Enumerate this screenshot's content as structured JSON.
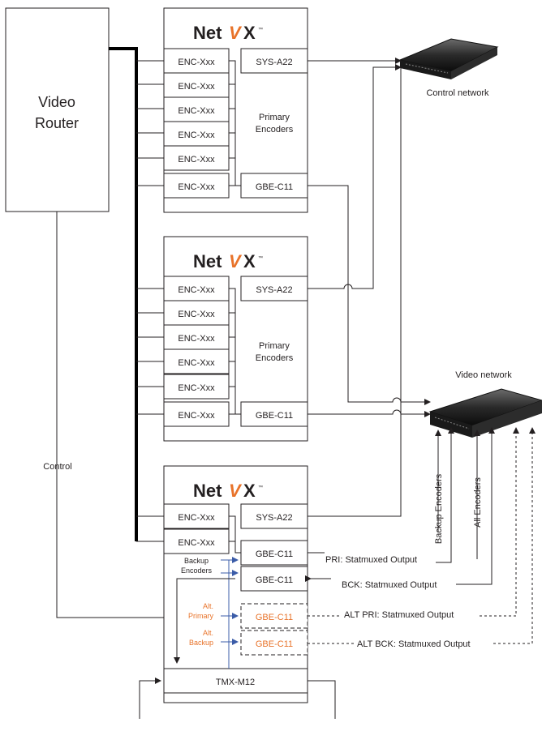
{
  "router": {
    "line1": "Video",
    "line2": "Router"
  },
  "control_label": "Control",
  "logo": {
    "net": "Net",
    "v": "V",
    "x": "X",
    "tm": "™"
  },
  "encoder_label": "ENC-Xxx",
  "chassis1": {
    "sys": "SYS-A22",
    "gbe": "GBE-C11",
    "group_line1": "Primary",
    "group_line2": "Encoders"
  },
  "chassis2": {
    "sys": "SYS-A22",
    "gbe": "GBE-C11",
    "group_line1": "Primary",
    "group_line2": "Encoders"
  },
  "chassis3": {
    "sys": "SYS-A22",
    "gbe1": "GBE-C11",
    "gbe2": "GBE-C11",
    "gbe_alt1": "GBE-C11",
    "gbe_alt2": "GBE-C11",
    "backup_line1": "Backup",
    "backup_line2": "Encoders",
    "alt_primary_line1": "Alt.",
    "alt_primary_line2": "Primary",
    "alt_backup_line1": "Alt.",
    "alt_backup_line2": "Backup",
    "tmx": "TMX-M12"
  },
  "control_network": "Control network",
  "video_network": "Video network",
  "outputs": {
    "pri": "PRI: Statmuxed Output",
    "bck": "BCK: Statmuxed Output",
    "alt_pri": "ALT PRI: Statmuxed Output",
    "alt_bck": "ALT BCK: Statmuxed Output"
  },
  "vertical_labels": {
    "backup": "Backup Encoders",
    "all": "All Encoders"
  },
  "colors": {
    "accent_orange": "#e8732a",
    "blue": "#3b5ca8",
    "line": "#231f20"
  }
}
